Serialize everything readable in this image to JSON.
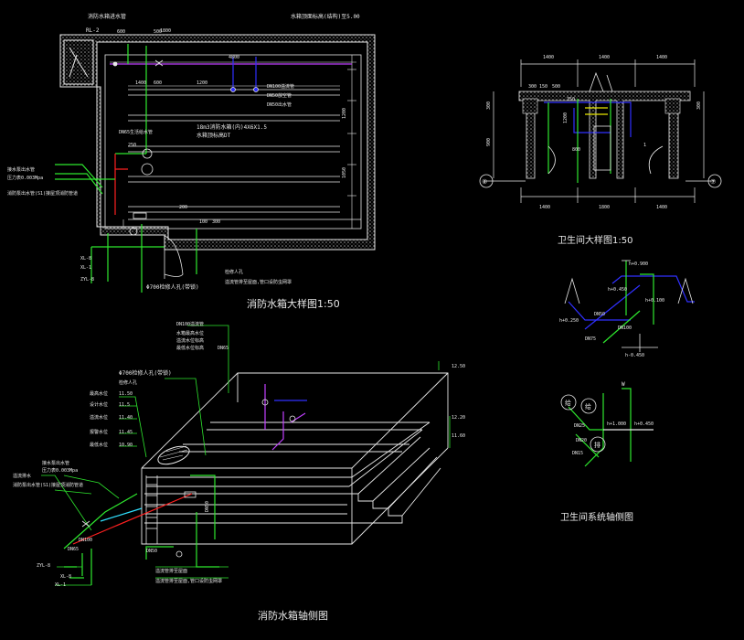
{
  "colors": {
    "background": "#000000",
    "linework": "#e8e8e8",
    "hatch": "#9a9a9a",
    "water_supply": "#2ee82e",
    "fire_main": "#ff2020",
    "drain": "#3030ff",
    "overflow": "#c040ff",
    "cyan": "#30e0ff",
    "yellow": "#e8e800"
  },
  "drawings": {
    "tank_plan": {
      "title": "消防水箱大样图1:50",
      "top_note_left": "消防水箱进水管",
      "top_note_right": "水箱顶面标高(结构)至5.00",
      "ref": "RL-2",
      "dims": [
        "1800",
        "4800",
        "1200",
        "1400",
        "600",
        "1200",
        "1050"
      ],
      "spec_line1": "18m3消防水箱(内)4X6X1.5",
      "spec_line2": "水箱顶标高DT",
      "callouts": [
        "DN100溢流管",
        "DN50放空管",
        "DN50出水管",
        "DN65生活给水管"
      ],
      "left_note1": "接水泵出水管",
      "left_note2": "压力表0.003Mpa",
      "left_note3": "消防泵出水管(S1)接屋顶消防管道",
      "risers": [
        "XL-8",
        "XL-1",
        "ZYL-8"
      ],
      "manhole": "Φ700检修人孔(带锁)",
      "bottom_note1": "检修人孔",
      "bottom_note2": "溢流管排至屋面,管口设防虫网罩",
      "small_marks": [
        "100",
        "200",
        "250",
        "300",
        "500",
        "600"
      ]
    },
    "washroom_plan": {
      "title": "卫生间大样图1:50",
      "dims_top": [
        "1400",
        "1400",
        "1400"
      ],
      "dims_bottom": [
        "1400",
        "1800",
        "1400"
      ],
      "grid_left": "⑥",
      "grid_right": "⑦",
      "dims_side": [
        "300",
        "900",
        "300"
      ],
      "inner_marks": [
        "300",
        "150",
        "500",
        "350",
        "1200",
        "800",
        "1"
      ]
    },
    "washroom_iso_drain": {
      "marks": [
        "h+0.900",
        "h+0.450",
        "h+0.250",
        "DN50",
        "DN100",
        "DN75",
        "h+0.100",
        "h-0.450"
      ]
    },
    "washroom_iso_supply": {
      "title": "卫生间系统轴侧图",
      "tags": [
        "给",
        "给",
        "排"
      ],
      "marks": [
        "DN25",
        "DN20",
        "DN15",
        "h+1.000",
        "h+0.450",
        "W"
      ]
    },
    "tank_iso": {
      "title": "消防水箱轴侧图",
      "manhole": "Φ700检修人孔(带锁)",
      "manhole2": "检修人孔",
      "labels_top": [
        "DN100溢流管",
        "水箱最高水位",
        "溢流水位标高",
        "最低水位标高",
        "DN65"
      ],
      "levels": [
        "11.50",
        "11.5",
        "11.40",
        "11.45",
        "10.90"
      ],
      "level_labels": [
        "最高水位",
        "设计水位",
        "溢流水位",
        "报警水位",
        "最低水位"
      ],
      "right_levels": [
        "12.50",
        "12.20",
        "11.60"
      ],
      "left_note1": "接水泵出水管",
      "left_note2": "压力表0.003Mpa",
      "left_note3": "消防泵出水管(S1)接屋顶消防管道",
      "left_note4": "溢流排水",
      "risers": [
        "ZYL-8",
        "XL-8",
        "XL-1"
      ],
      "pipe_marks": [
        "DN100",
        "DN65",
        "DN50",
        "DN50"
      ],
      "bottom_note1": "溢流管排至屋面",
      "bottom_note2": "溢流管排至屋面,管口设防虫网罩"
    }
  }
}
